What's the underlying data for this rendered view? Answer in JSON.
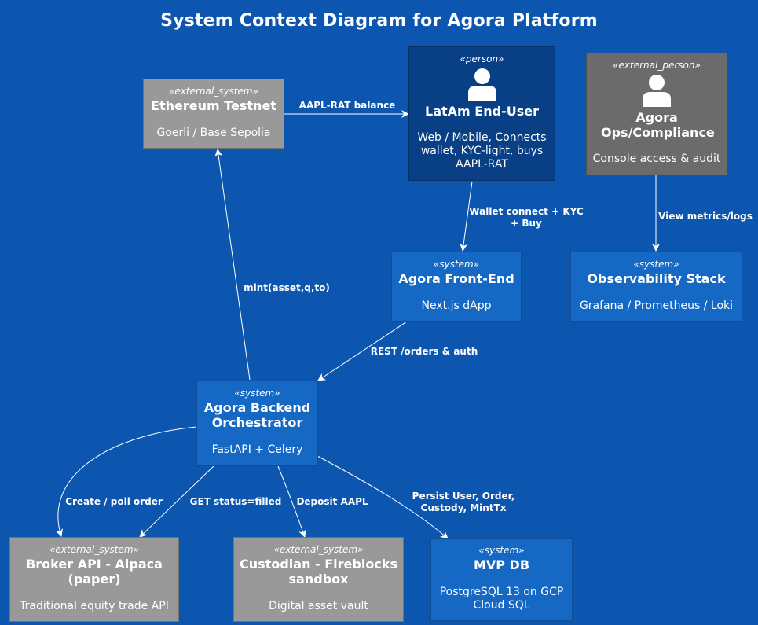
{
  "title": "System Context Diagram for Agora Platform",
  "colors": {
    "background": "#0d56b0",
    "system": "#1568c4",
    "external_system": "#999999",
    "person": "#083f85",
    "external_person": "#6b6b6b"
  },
  "nodes": {
    "eth": {
      "stereotype": "«external_system»",
      "name": "Ethereum Testnet",
      "desc": "Goerli / Base Sepolia"
    },
    "user": {
      "stereotype": "«person»",
      "name": "LatAm End-User",
      "desc": "Web / Mobile, Connects wallet, KYC-light, buys AAPL-RAT",
      "icon": "person-icon"
    },
    "ops": {
      "stereotype": "«external_person»",
      "name": "Agora Ops/Compliance",
      "desc": "Console access & audit",
      "icon": "person-icon"
    },
    "frontend": {
      "stereotype": "«system»",
      "name": "Agora Front-End",
      "desc": "Next.js dApp"
    },
    "obs": {
      "stereotype": "«system»",
      "name": "Observability Stack",
      "desc": "Grafana / Prometheus / Loki"
    },
    "backend": {
      "stereotype": "«system»",
      "name": "Agora Backend Orchestrator",
      "desc": "FastAPI + Celery"
    },
    "broker": {
      "stereotype": "«external_system»",
      "name": "Broker API - Alpaca (paper)",
      "desc": "Traditional equity trade API"
    },
    "custodian": {
      "stereotype": "«external_system»",
      "name": "Custodian - Fireblocks sandbox",
      "desc": "Digital asset vault"
    },
    "db": {
      "stereotype": "«system»",
      "name": "MVP DB",
      "desc": "PostgreSQL 13 on GCP Cloud SQL"
    }
  },
  "edges": {
    "eth_user": "AAPL-RAT balance",
    "user_frontend": "Wallet connect + KYC + Buy",
    "ops_obs": "View metrics/logs",
    "backend_eth": "mint(asset,q,to)",
    "frontend_backend": "REST /orders & auth",
    "backend_broker_create": "Create / poll order",
    "broker_backend_status": "GET status=filled",
    "backend_custodian": "Deposit AAPL",
    "backend_db": "Persist User, Order, Custody, MintTx"
  }
}
